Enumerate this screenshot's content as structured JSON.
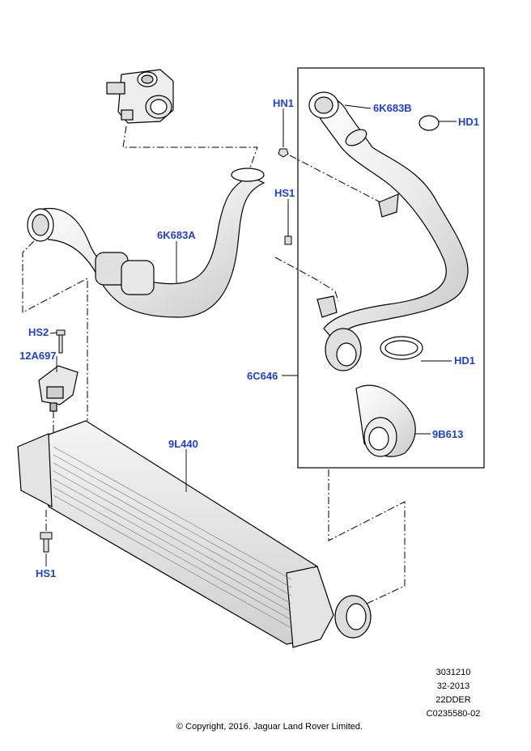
{
  "callouts": {
    "hn1": "HN1",
    "hs1_top": "HS1",
    "hd1_top": "HD1",
    "part_6k683b": "6K683B",
    "part_6k683a": "6K683A",
    "hs2": "HS2",
    "part_12a697": "12A697",
    "part_6c646": "6C646",
    "hd1_bottom": "HD1",
    "part_9b613": "9B613",
    "part_9l440": "9L440",
    "hs1_bottom": "HS1"
  },
  "meta": {
    "ref_number": "3031210",
    "year_code": "32-2013",
    "model_code": "22DDER",
    "drawing_id": "C0235580-02",
    "copyright": "© Copyright, 2016. Jaguar Land Rover Limited."
  },
  "colors": {
    "callout": "#1f3fd1",
    "line": "#000000",
    "part_fill": "#f2f2f2",
    "part_shade": "#d6d6d6"
  }
}
